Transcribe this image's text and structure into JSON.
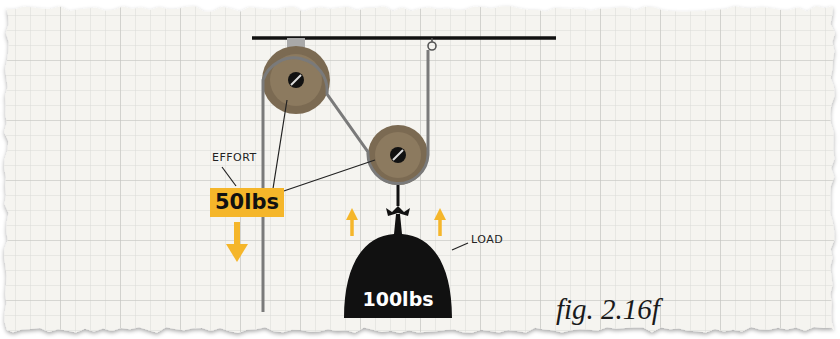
{
  "diagram": {
    "caption": "fig. 2.16f",
    "nodes": [
      {
        "text": [
          "50lbs"
        ]
      },
      {
        "text": [
          "100lbs"
        ]
      }
    ],
    "labels": [
      "EFFORT",
      "LOAD"
    ]
  }
}
